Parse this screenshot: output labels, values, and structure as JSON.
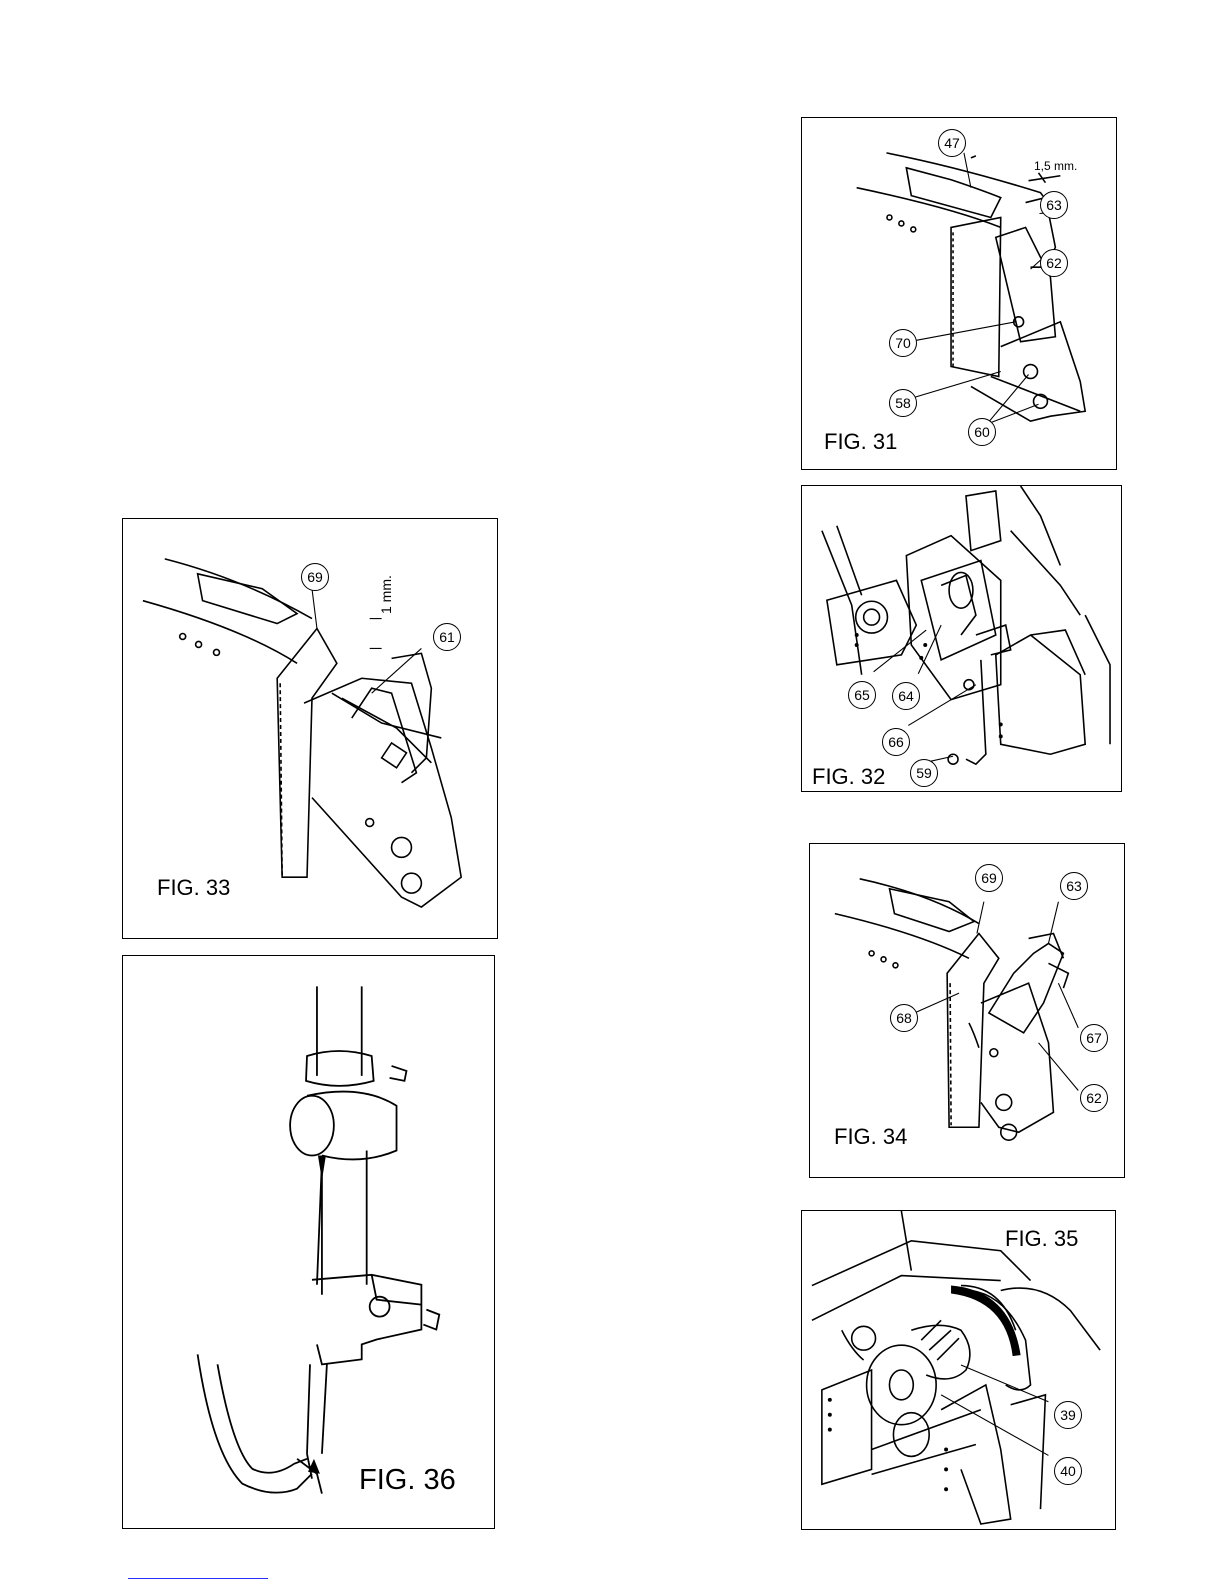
{
  "figures": {
    "fig31": {
      "label": "FIG. 31",
      "callouts": [
        "47",
        "63",
        "62",
        "70",
        "58",
        "60"
      ],
      "dimension": "1,5 mm."
    },
    "fig32": {
      "label": "FIG. 32",
      "callouts": [
        "65",
        "64",
        "66",
        "59"
      ]
    },
    "fig33": {
      "label": "FIG. 33",
      "callouts": [
        "69",
        "61"
      ],
      "dimension": "1 mm."
    },
    "fig34": {
      "label": "FIG. 34",
      "callouts": [
        "69",
        "63",
        "68",
        "67",
        "62"
      ]
    },
    "fig35": {
      "label": "FIG. 35",
      "callouts": [
        "39",
        "40"
      ]
    },
    "fig36": {
      "label": "FIG. 36"
    }
  },
  "colors": {
    "line": "#000000",
    "background": "#ffffff",
    "link_underline": "#2c2cff"
  }
}
